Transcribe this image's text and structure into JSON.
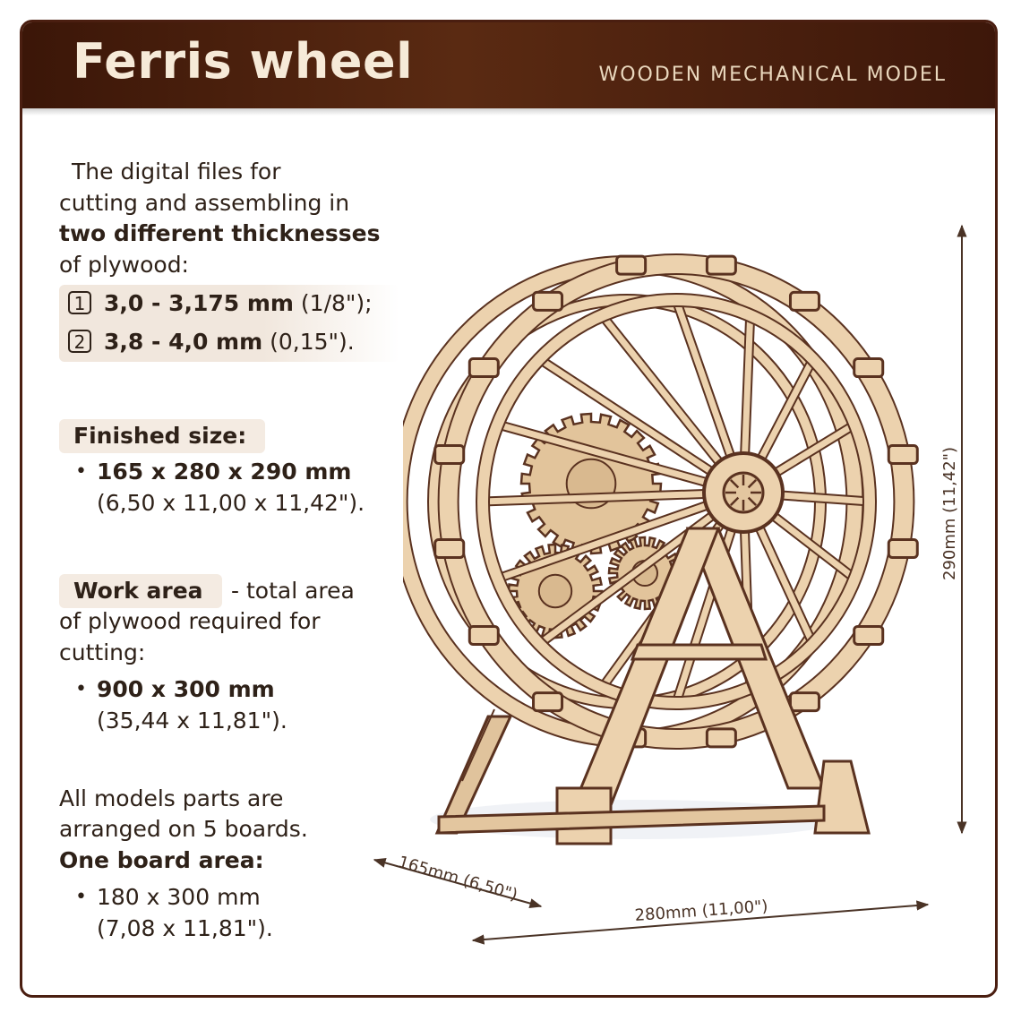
{
  "header": {
    "title": "Ferris wheel",
    "subtitle": "WOODEN  MECHANICAL  MODEL"
  },
  "intro": {
    "line1": "The digital files for",
    "line2": "cutting and assembling in",
    "line3_bold": "two different thicknesses",
    "line4": "of plywood:"
  },
  "thickness_options": [
    {
      "number": "1",
      "value": "3,0 - 3,175 mm",
      "inch": "(1/8\");"
    },
    {
      "number": "2",
      "value": "3,8 - 4,0 mm",
      "inch": "(0,15\")."
    }
  ],
  "finished_size": {
    "label": "Finished size:",
    "bullet": "•",
    "mm": "165 x 280 x 290 mm",
    "inch": "(6,50 x 11,00 x 11,42\")."
  },
  "work_area": {
    "label": "Work area",
    "desc1": "- total area",
    "desc2": "of plywood required for",
    "desc3": "cutting:",
    "bullet": "•",
    "mm": "900 x 300 mm",
    "inch": "(35,44 x 11,81\")."
  },
  "boards": {
    "line1": "All models parts are",
    "line2": "arranged on 5 boards.",
    "label": "One board area:",
    "bullet": "•",
    "mm": "180 x 300 mm",
    "inch": "(7,08 x 11,81\")."
  },
  "dimensions": {
    "height": "290mm (11,42\")",
    "depth": "165mm (6,50\")",
    "width": "280mm (11,00\")"
  },
  "colors": {
    "header_dark": "#3b1608",
    "header_text": "#f6ead8",
    "wood_light": "#ecd2ae",
    "wood_edge": "#5a3220",
    "pill_bg": "#f4ebe2"
  }
}
